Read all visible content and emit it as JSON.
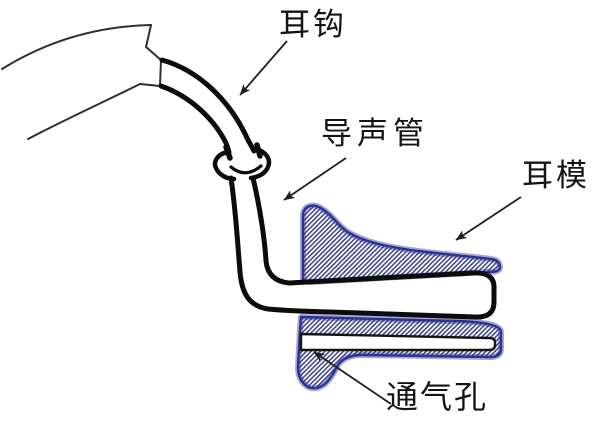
{
  "figure": {
    "labels": {
      "ear_hook": "耳钩",
      "sound_tube": "导声管",
      "ear_mold": "耳模",
      "vent_hole": "通气孔"
    },
    "colors": {
      "background": "#ffffff",
      "tube_line": "#0c0c0c",
      "thin_line": "#2f2f2f",
      "hatch_blue": "#353a80",
      "mold_outline": "#2d3190",
      "halo_lavender": "#a6a9d6",
      "text": "#141414"
    }
  }
}
